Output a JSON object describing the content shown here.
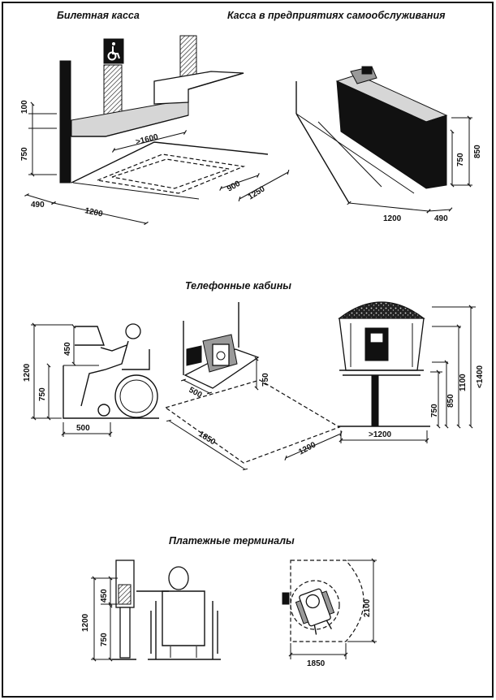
{
  "titles": {
    "ticket_office": "Билетная касса",
    "self_service": "Касса в предприятиях самообслуживания",
    "phone_booths": "Телефонные кабины",
    "payment_terminals": "Платежные терминалы"
  },
  "dimensions": {
    "ticket_office": {
      "d100": "100",
      "d750": "750",
      "d1600": ">1600",
      "d490": "490",
      "d1200": "1200",
      "d900": "900",
      "d1250": "1250"
    },
    "self_service": {
      "d850": "850",
      "d750": "750",
      "d1200": "1200",
      "d490": "490"
    },
    "phone_left": {
      "d1200": "1200",
      "d450": "450",
      "d750": "750",
      "d500": "500"
    },
    "phone_mid": {
      "d750": "750",
      "d500": "500",
      "d1850": "1850",
      "d1200": "1200"
    },
    "phone_right": {
      "d1400": "<1400",
      "d1100": "1100",
      "d850": "850",
      "d750": "750",
      "d1200": ">1200"
    },
    "terminal_left": {
      "d1200": "1200",
      "d450": "450",
      "d750": "750"
    },
    "terminal_right": {
      "d2100": "2100",
      "d1850": "1850"
    }
  },
  "icons": {
    "wheelchair_sign": "wheelchair-symbol"
  }
}
